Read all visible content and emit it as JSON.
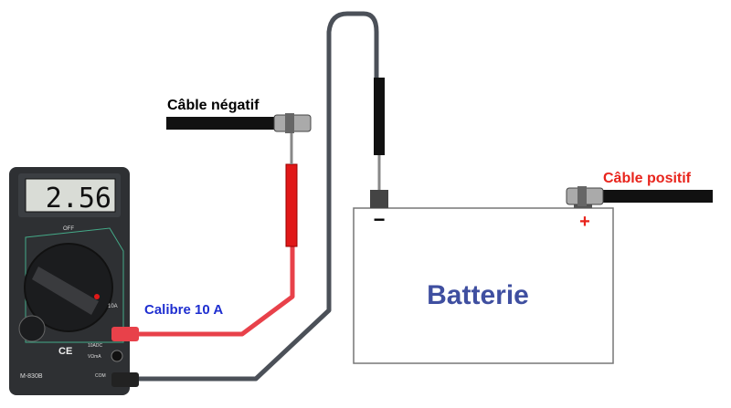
{
  "labels": {
    "negative_cable": "Câble négatif",
    "positive_cable": "Câble positif",
    "range": "Calibre 10 A",
    "battery": "Batterie",
    "minus": "−",
    "plus": "+"
  },
  "multimeter": {
    "reading": "2.56",
    "model": "M-830B",
    "off": "OFF",
    "ce": "CE",
    "port_10a": "10ADC",
    "port_v": "VΩmA",
    "port_com": "COM",
    "range_10a": "10A"
  },
  "colors": {
    "negative_label": "#000000",
    "positive_label": "#e8241c",
    "range_label": "#1f2fd0",
    "battery_label": "#3f4fa0",
    "red_wire": "#e8414a",
    "gray_wire": "#4b5058"
  }
}
